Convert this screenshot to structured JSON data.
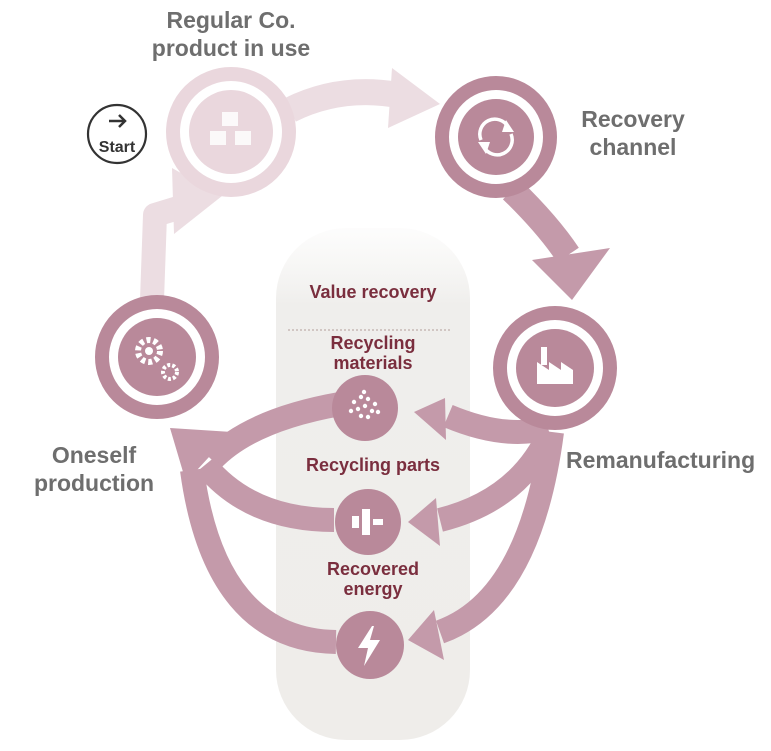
{
  "colors": {
    "node_main": "#b9899a",
    "node_light": "#ead7dd",
    "arrow_main": "#c49aaa",
    "arrow_light": "#ecdde2",
    "label_grey": "#6e6e6e",
    "label_maroon": "#7a2e3e",
    "panel": "#f1f0ee",
    "start_ring": "#333333"
  },
  "nodes": {
    "product_in_use": {
      "label_line1": "Regular Co.",
      "label_line2": "product in use",
      "icon": "boxes-icon"
    },
    "recovery_channel": {
      "label_line1": "Recovery",
      "label_line2": "channel",
      "icon": "cycle-arrows-icon"
    },
    "remanufacturing": {
      "label": "Remanufacturing",
      "icon": "factory-icon"
    },
    "oneself_production": {
      "label_line1": "Oneself",
      "label_line2": "production",
      "icon": "gears-icon"
    }
  },
  "start": {
    "label": "Start",
    "icon": "arrow-right-icon"
  },
  "value_recovery": {
    "title": "Value recovery",
    "recycling_materials": {
      "label_line1": "Recycling",
      "label_line2": "materials",
      "icon": "particles-icon"
    },
    "recycling_parts": {
      "label": "Recycling parts",
      "icon": "component-icon"
    },
    "recovered_energy": {
      "label_line1": "Recovered",
      "label_line2": "energy",
      "icon": "lightning-icon"
    }
  }
}
